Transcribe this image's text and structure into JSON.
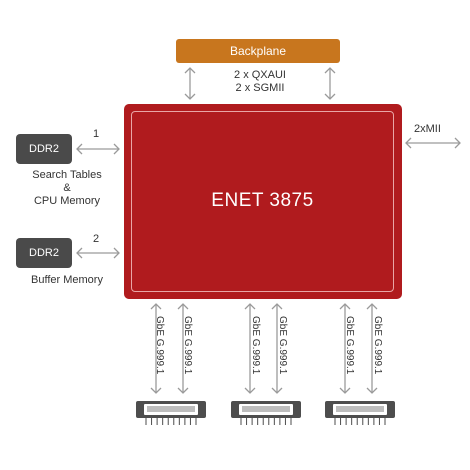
{
  "backplane": {
    "label": "Backplane",
    "link_lines": [
      "2 x QXAUI",
      "2 x SGMII"
    ]
  },
  "chip": {
    "label": "ENET 3875"
  },
  "ddr_top": {
    "label": "DDR2",
    "link_number": "1",
    "caption_lines": [
      "Search Tables",
      "&",
      "CPU Memory"
    ]
  },
  "ddr_bottom": {
    "label": "DDR2",
    "link_number": "2",
    "caption": "Buffer Memory"
  },
  "right_link": {
    "label": "2xMII"
  },
  "ports": [
    {
      "links": [
        "GbE G.999.1",
        "GbE G.999.1"
      ]
    },
    {
      "links": [
        "GbE G.999.1",
        "GbE G.999.1"
      ]
    },
    {
      "links": [
        "GbE G.999.1",
        "GbE G.999.1"
      ]
    }
  ],
  "colors": {
    "chip": "#b01b1e",
    "backplane": "#c8761e",
    "ddr": "#4a4a4a",
    "arrow": "#9a9a9a"
  }
}
